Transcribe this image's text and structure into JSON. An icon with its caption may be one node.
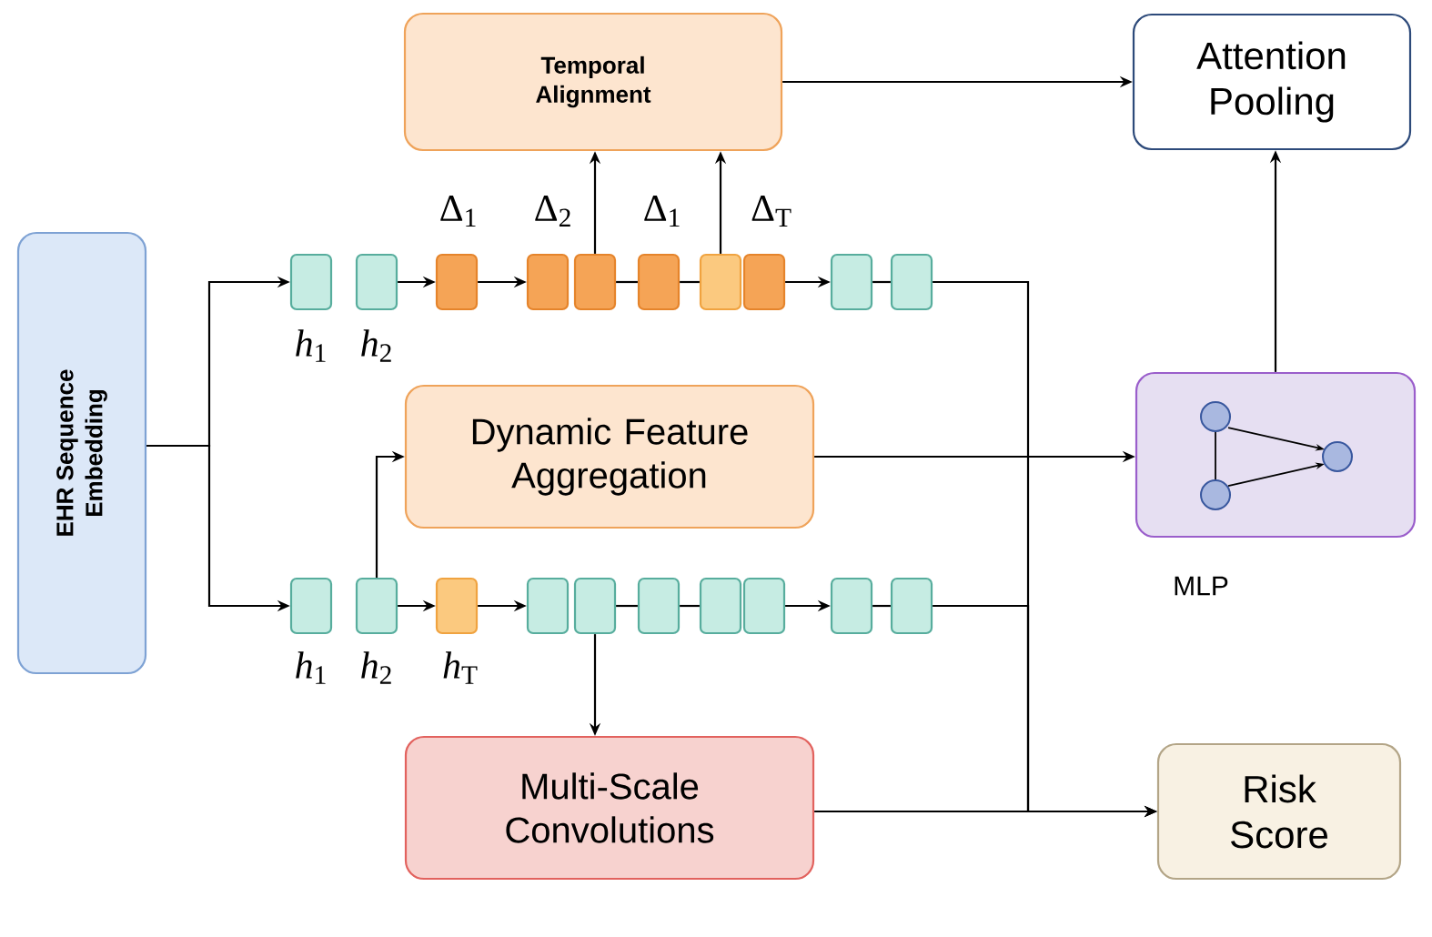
{
  "diagram": {
    "nodes": [
      {
        "text": [
          "Temporal Alignment"
        ]
      },
      {
        "text": [
          "Attention Pooling"
        ]
      },
      {
        "text": [
          "EHR Sequence Embedding"
        ]
      },
      {
        "text": [],
        "shape": "box",
        "beside": [
          "*h*$_{1}$"
        ]
      },
      {
        "text": [],
        "shape": "box",
        "beside": [
          "*h*$_{2}$"
        ]
      },
      {
        "text": [],
        "shape": "box",
        "beside": [
          "Δ$_{1}$"
        ]
      },
      {
        "text": [],
        "shape": "box",
        "beside": [
          "Δ$_{2}$"
        ]
      },
      {
        "text": [],
        "shape": "box"
      },
      {
        "text": [],
        "shape": "box",
        "beside": [
          "Δ$_{1}$"
        ]
      },
      {
        "text": [],
        "shape": "box"
      },
      {
        "text": [],
        "shape": "box",
        "beside": [
          "Δ$_{T}$"
        ]
      },
      {
        "text": [],
        "shape": "box"
      },
      {
        "text": [],
        "shape": "box"
      },
      {
        "text": [
          "Dynamic Feature Aggregation"
        ]
      },
      {
        "text": [],
        "shape": "picture",
        "beside": [
          "MLP"
        ]
      },
      {
        "text": [],
        "shape": "box",
        "beside": [
          "*h*$_{1}$"
        ]
      },
      {
        "text": [],
        "shape": "box",
        "beside": [
          "*h*$_{2}$"
        ]
      },
      {
        "text": [],
        "shape": "box",
        "beside": [
          "*h*$_{T}$"
        ]
      },
      {
        "text": [],
        "shape": "box"
      },
      {
        "text": [],
        "shape": "box"
      },
      {
        "text": [],
        "shape": "box"
      },
      {
        "text": [],
        "shape": "box"
      },
      {
        "text": [],
        "shape": "box"
      },
      {
        "text": [],
        "shape": "box"
      },
      {
        "text": [],
        "shape": "box"
      },
      {
        "text": [
          "Multi-Scale Convolutions"
        ]
      },
      {
        "text": [
          "Risk Score"
        ]
      }
    ],
    "edges": [
      {
        "from": 2,
        "to": 3,
        "arrow": "to"
      },
      {
        "from": 2,
        "to": 15,
        "arrow": "to"
      },
      {
        "from": 4,
        "to": 5,
        "arrow": "to"
      },
      {
        "from": 5,
        "to": 6,
        "arrow": "to"
      },
      {
        "from": 7,
        "to": 8,
        "arrow": "none"
      },
      {
        "from": 8,
        "to": 9,
        "arrow": "none"
      },
      {
        "from": 10,
        "to": 11,
        "arrow": "to"
      },
      {
        "from": 11,
        "to": 12,
        "arrow": "none"
      },
      {
        "from": 7,
        "to": 0,
        "arrow": "to"
      },
      {
        "from": 9,
        "to": 0,
        "arrow": "to"
      },
      {
        "from": 0,
        "to": 1,
        "arrow": "to"
      },
      {
        "from": 16,
        "to": 13,
        "arrow": "to"
      },
      {
        "from": 13,
        "to": 14,
        "arrow": "to"
      },
      {
        "from": 14,
        "to": 1,
        "arrow": "to"
      },
      {
        "from": 16,
        "to": 17,
        "arrow": "to"
      },
      {
        "from": 17,
        "to": 18,
        "arrow": "to"
      },
      {
        "from": 19,
        "to": 20,
        "arrow": "none"
      },
      {
        "from": 20,
        "to": 21,
        "arrow": "none"
      },
      {
        "from": 22,
        "to": 23,
        "arrow": "to"
      },
      {
        "from": 23,
        "to": 24,
        "arrow": "none"
      },
      {
        "from": 19,
        "to": 25,
        "arrow": "to"
      },
      {
        "from": 12,
        "to": 26,
        "arrow": "to"
      },
      {
        "from": 24,
        "to": 26,
        "arrow": "to"
      },
      {
        "from": 25,
        "to": 26,
        "arrow": "to"
      }
    ]
  }
}
